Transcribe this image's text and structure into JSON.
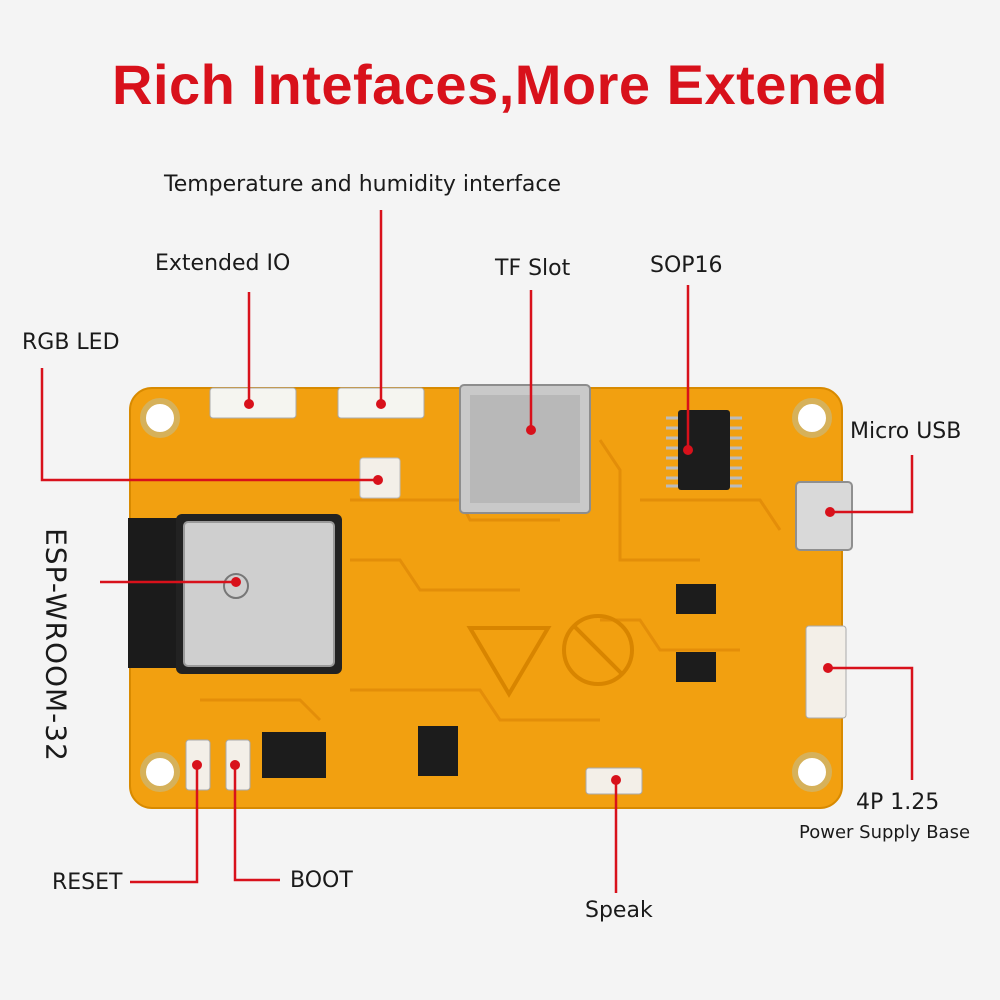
{
  "title": "Rich Intefaces,More Extened",
  "labels": {
    "temp_humidity": "Temperature and humidity interface",
    "extended_io": "Extended IO",
    "tf_slot": "TF Slot",
    "sop16": "SOP16",
    "rgb_led": "RGB LED",
    "micro_usb": "Micro USB",
    "esp_module": "ESP-WROOM-32",
    "power_base_1": "4P 1.25",
    "power_base_2": "Power Supply Base",
    "reset": "RESET",
    "boot": "BOOT",
    "speak": "Speak"
  },
  "colors": {
    "accent": "#d8111b",
    "pcb": "#f2a010",
    "pcb_trace": "#e08a08",
    "module": "#c9c9c9"
  }
}
